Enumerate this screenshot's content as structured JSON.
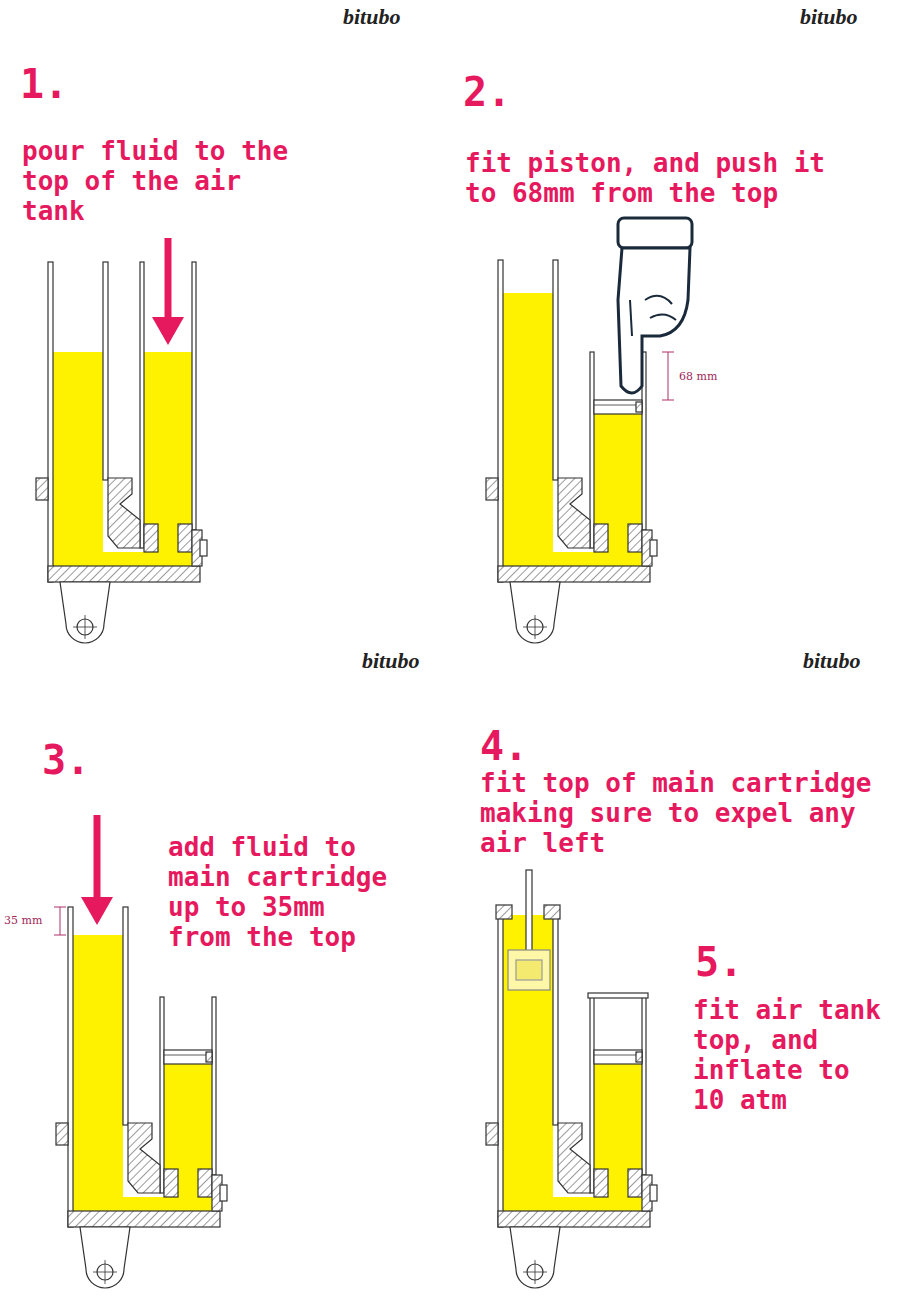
{
  "diagram": {
    "labels": [
      "bitubo",
      "bitubo",
      "1.",
      "pour fluid to the top of the air tank",
      "2.",
      "fit piston, and push it to 68mm from the top",
      "68 mm",
      "bitubo",
      "bitubo",
      "3.",
      "35 mm",
      "add fluid to main cartridge up to 35mm from the top",
      "4.",
      "fit top of main cartridge making sure to expel any air left",
      "5.",
      "fit air tank top, and inflate to 10 atm"
    ]
  }
}
